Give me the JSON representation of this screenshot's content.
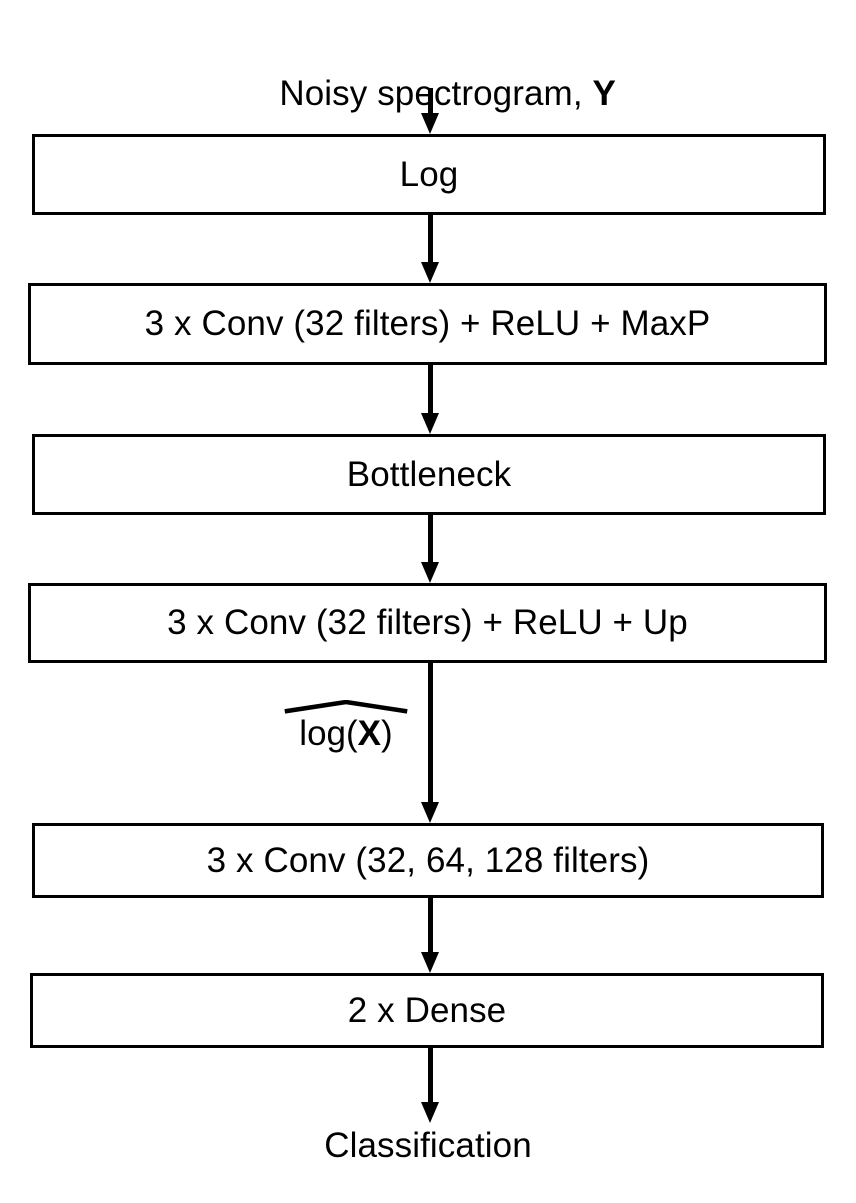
{
  "diagram": {
    "title": "Neural network pipeline for spectrogram denoising and classification",
    "background_color": "#ffffff",
    "stroke_color": "#000000",
    "input_label": {
      "text_before": "Noisy spectrogram, ",
      "symbol": "Y"
    },
    "output_label": {
      "text": "Classification"
    },
    "intermediate_label": {
      "prefix": "log(",
      "symbol": "X",
      "suffix": ")",
      "accent": "hat",
      "full_text": "log(X)"
    },
    "blocks": [
      {
        "id": "log",
        "label": "Log"
      },
      {
        "id": "encoder-conv",
        "label": "3 x Conv (32 filters) + ReLU + MaxP"
      },
      {
        "id": "bottleneck",
        "label": "Bottleneck"
      },
      {
        "id": "decoder-conv",
        "label": "3 x Conv (32 filters) + ReLU + Up"
      },
      {
        "id": "classifier-conv",
        "label": "3 x Conv (32, 64, 128 filters)"
      },
      {
        "id": "dense",
        "label": "2 x Dense"
      }
    ],
    "flow": [
      "Noisy spectrogram, Y",
      "Log",
      "3 x Conv (32 filters) + ReLU + MaxP",
      "Bottleneck",
      "3 x Conv (32 filters) + ReLU + Up",
      "log(X)",
      "3 x Conv (32, 64, 128 filters)",
      "2 x Dense",
      "Classification"
    ]
  }
}
